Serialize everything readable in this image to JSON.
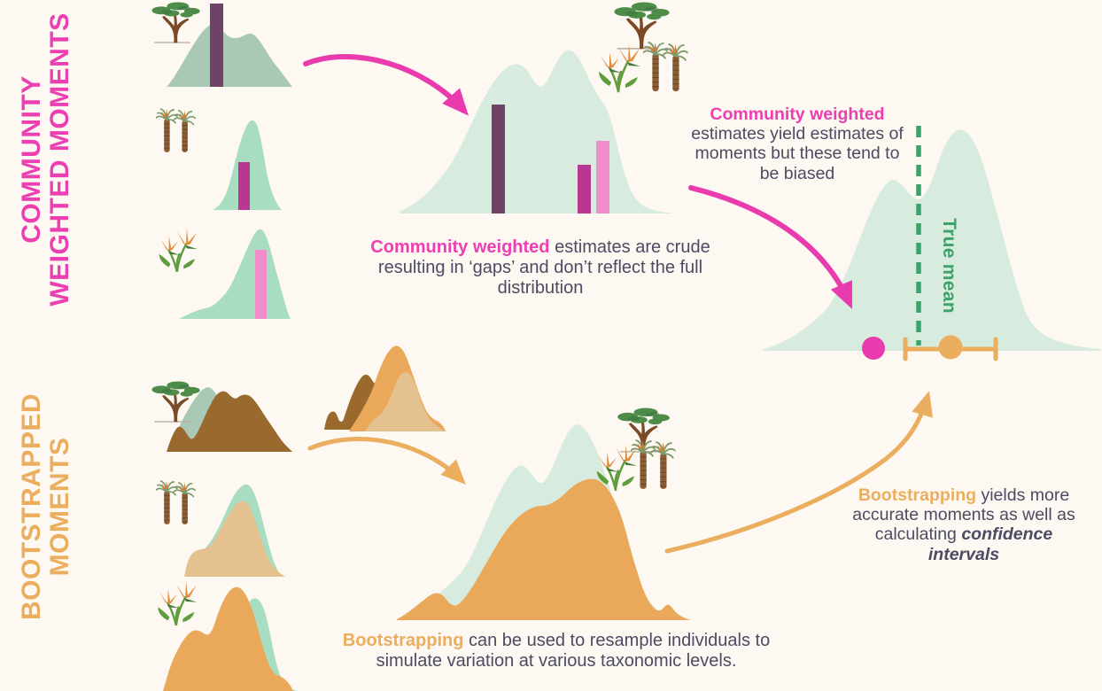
{
  "community": {
    "label_line1": "COMMUNITY",
    "label_line2": "WEIGHTED MOMENTS",
    "caption": {
      "highlight": "Community weighted",
      "rest": " estimates are crude resulting in ‘gaps’ and don’t reflect the full distribution"
    },
    "note": {
      "highlight": "Community weighted",
      "rest": " estimates yield estimates of moments but these tend to be biased"
    },
    "samples": [
      {
        "icon": "tree-icon"
      },
      {
        "icon": "palm-trees-icon"
      },
      {
        "icon": "bird-of-paradise-icon"
      }
    ]
  },
  "bootstrap": {
    "label_line1": "BOOTSTRAPPED",
    "label_line2": "MOMENTS",
    "caption": {
      "highlight": "Bootstrapping",
      "rest": " can be used to resample individuals to simulate variation at various taxonomic levels."
    },
    "note": {
      "highlight": "Bootstrapping",
      "rest_before_italic": " yields more accurate moments as well as calculating ",
      "italic": "confidence intervals"
    },
    "samples": [
      {
        "icon": "tree-icon"
      },
      {
        "icon": "palm-trees-icon"
      },
      {
        "icon": "bird-of-paradise-icon"
      }
    ]
  },
  "result": {
    "true_mean_label": "True mean",
    "markers": {
      "biased_estimate_color": "#EC3FB2",
      "bootstrap_estimate_color": "#EBAE5F"
    }
  },
  "colors": {
    "background": "#FDF8F1",
    "pink_accent": "#EC3FB2",
    "orange_accent": "#EBAE5F",
    "dark_text": "#4C4B63",
    "sage_distribution": "#A9C8B6",
    "mint_distribution": "#A9DDC2",
    "pale_mint_distribution": "#D7EBDF",
    "dark_purple_bar": "#6F4367",
    "magenta_bar": "#B93691",
    "light_pink_bar": "#F08CCB",
    "brown_distribution": "#9A692E",
    "tan_distribution": "#E4C18E",
    "orange_distribution": "#EAA85A",
    "true_mean_green": "#3CA46A"
  }
}
